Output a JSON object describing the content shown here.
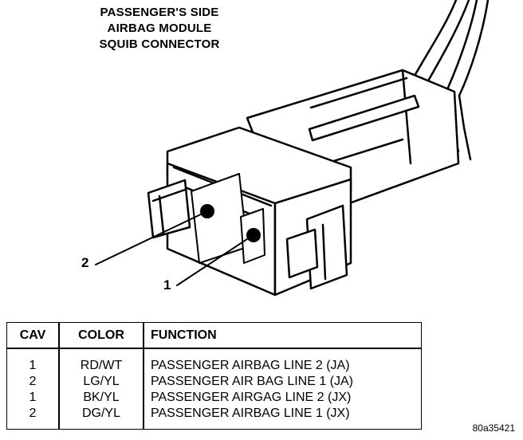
{
  "title": {
    "line1": "PASSENGER'S SIDE",
    "line2": "AIRBAG MODULE",
    "line3": "SQUIB CONNECTOR"
  },
  "callouts": {
    "pin2": "2",
    "pin1": "1"
  },
  "table": {
    "headers": {
      "cav": "CAV",
      "color": "COLOR",
      "function": "FUNCTION"
    },
    "rows": [
      {
        "cav": "1",
        "color": "RD/WT",
        "function": "PASSENGER AIRBAG LINE 2 (JA)"
      },
      {
        "cav": "2",
        "color": "LG/YL",
        "function": "PASSENGER AIR BAG LINE 1 (JA)"
      },
      {
        "cav": "1",
        "color": "BK/YL",
        "function": "PASSENGER AIRGAG LINE 2 (JX)"
      },
      {
        "cav": "2",
        "color": "DG/YL",
        "function": "PASSENGER AIRBAG LINE 1 (JX)"
      }
    ]
  },
  "figure_id": "80a35421"
}
